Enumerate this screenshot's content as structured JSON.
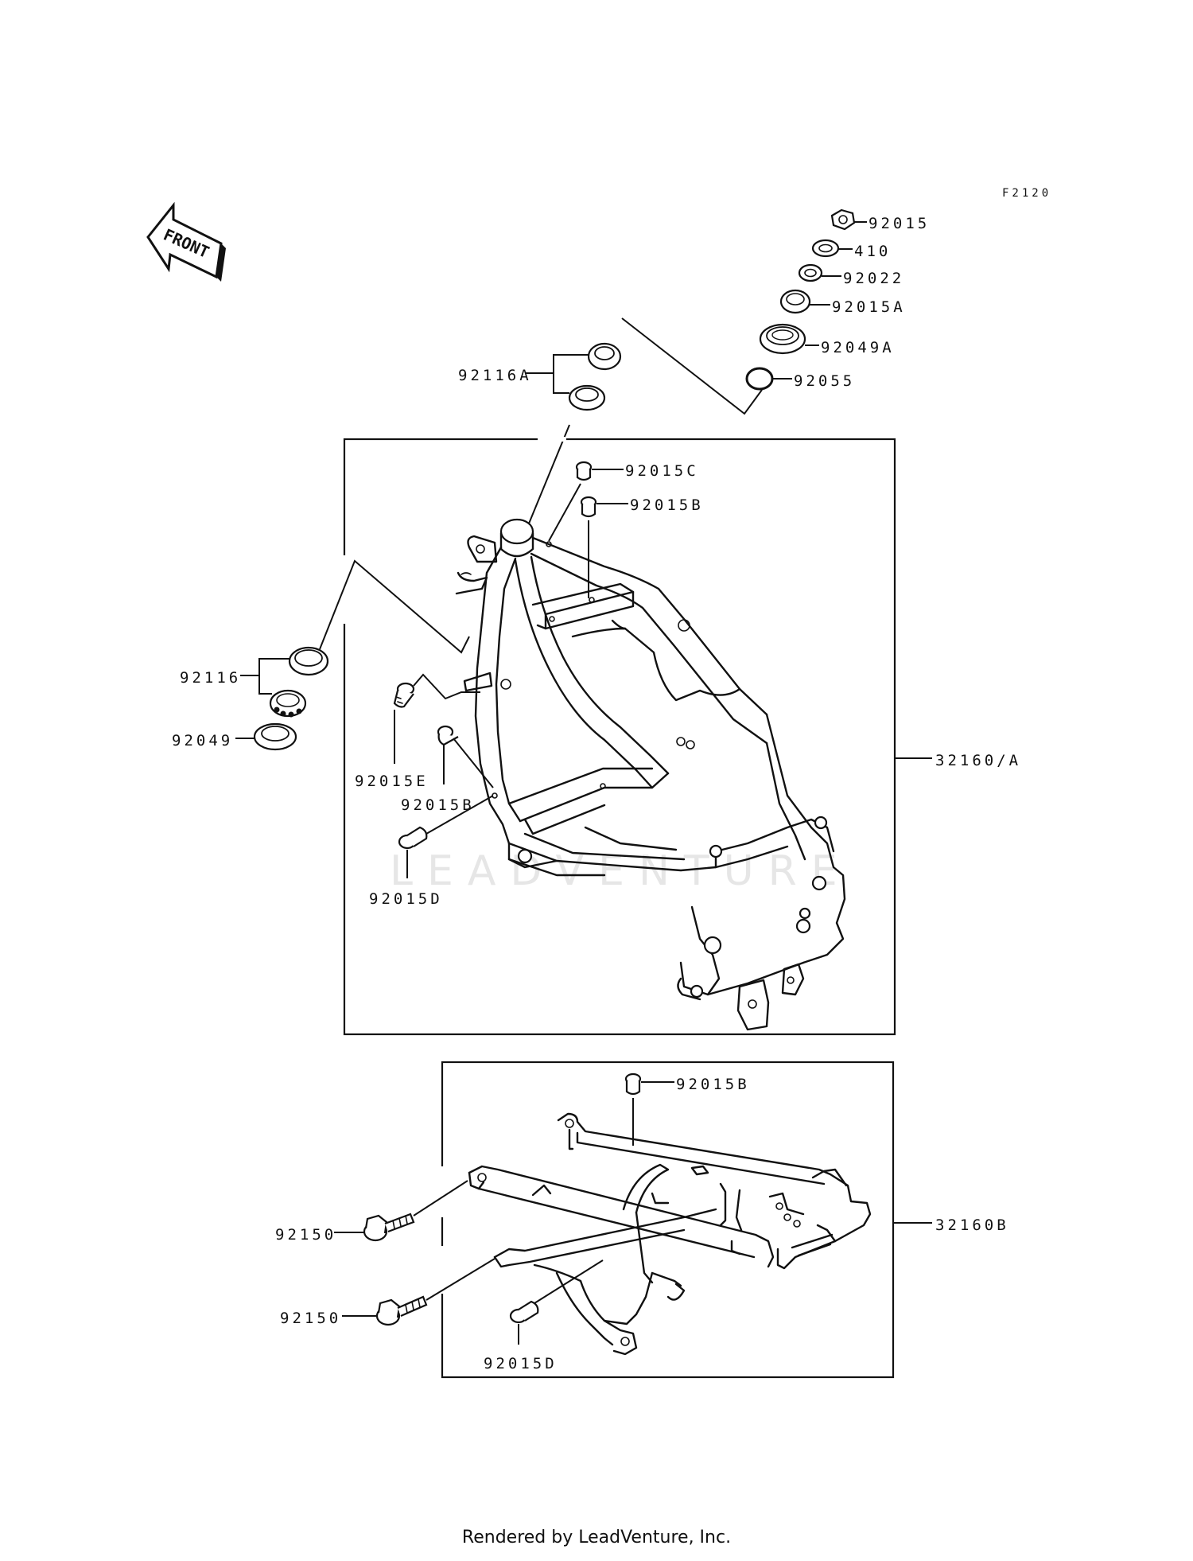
{
  "diagram_code": "F2120",
  "front_arrow_label": "FRONT",
  "watermark": "LEADVENTURE",
  "footer": "Rendered by LeadVenture, Inc.",
  "labels": {
    "p92015": "92015",
    "p410": "410",
    "p92022": "92022",
    "p92015A": "92015A",
    "p92049A": "92049A",
    "p92055": "92055",
    "p92116A": "92116A",
    "p92015C": "92015C",
    "p92015B_top": "92015B",
    "p92116": "92116",
    "p92049": "92049",
    "p92015E": "92015E",
    "p92015B_mid": "92015B",
    "p92015D_mid": "92015D",
    "p32160A": "32160/A",
    "p92015B_low": "92015B",
    "p92150_a": "92150",
    "p92150_b": "92150",
    "p92015D_low": "92015D",
    "p32160B": "32160B"
  }
}
